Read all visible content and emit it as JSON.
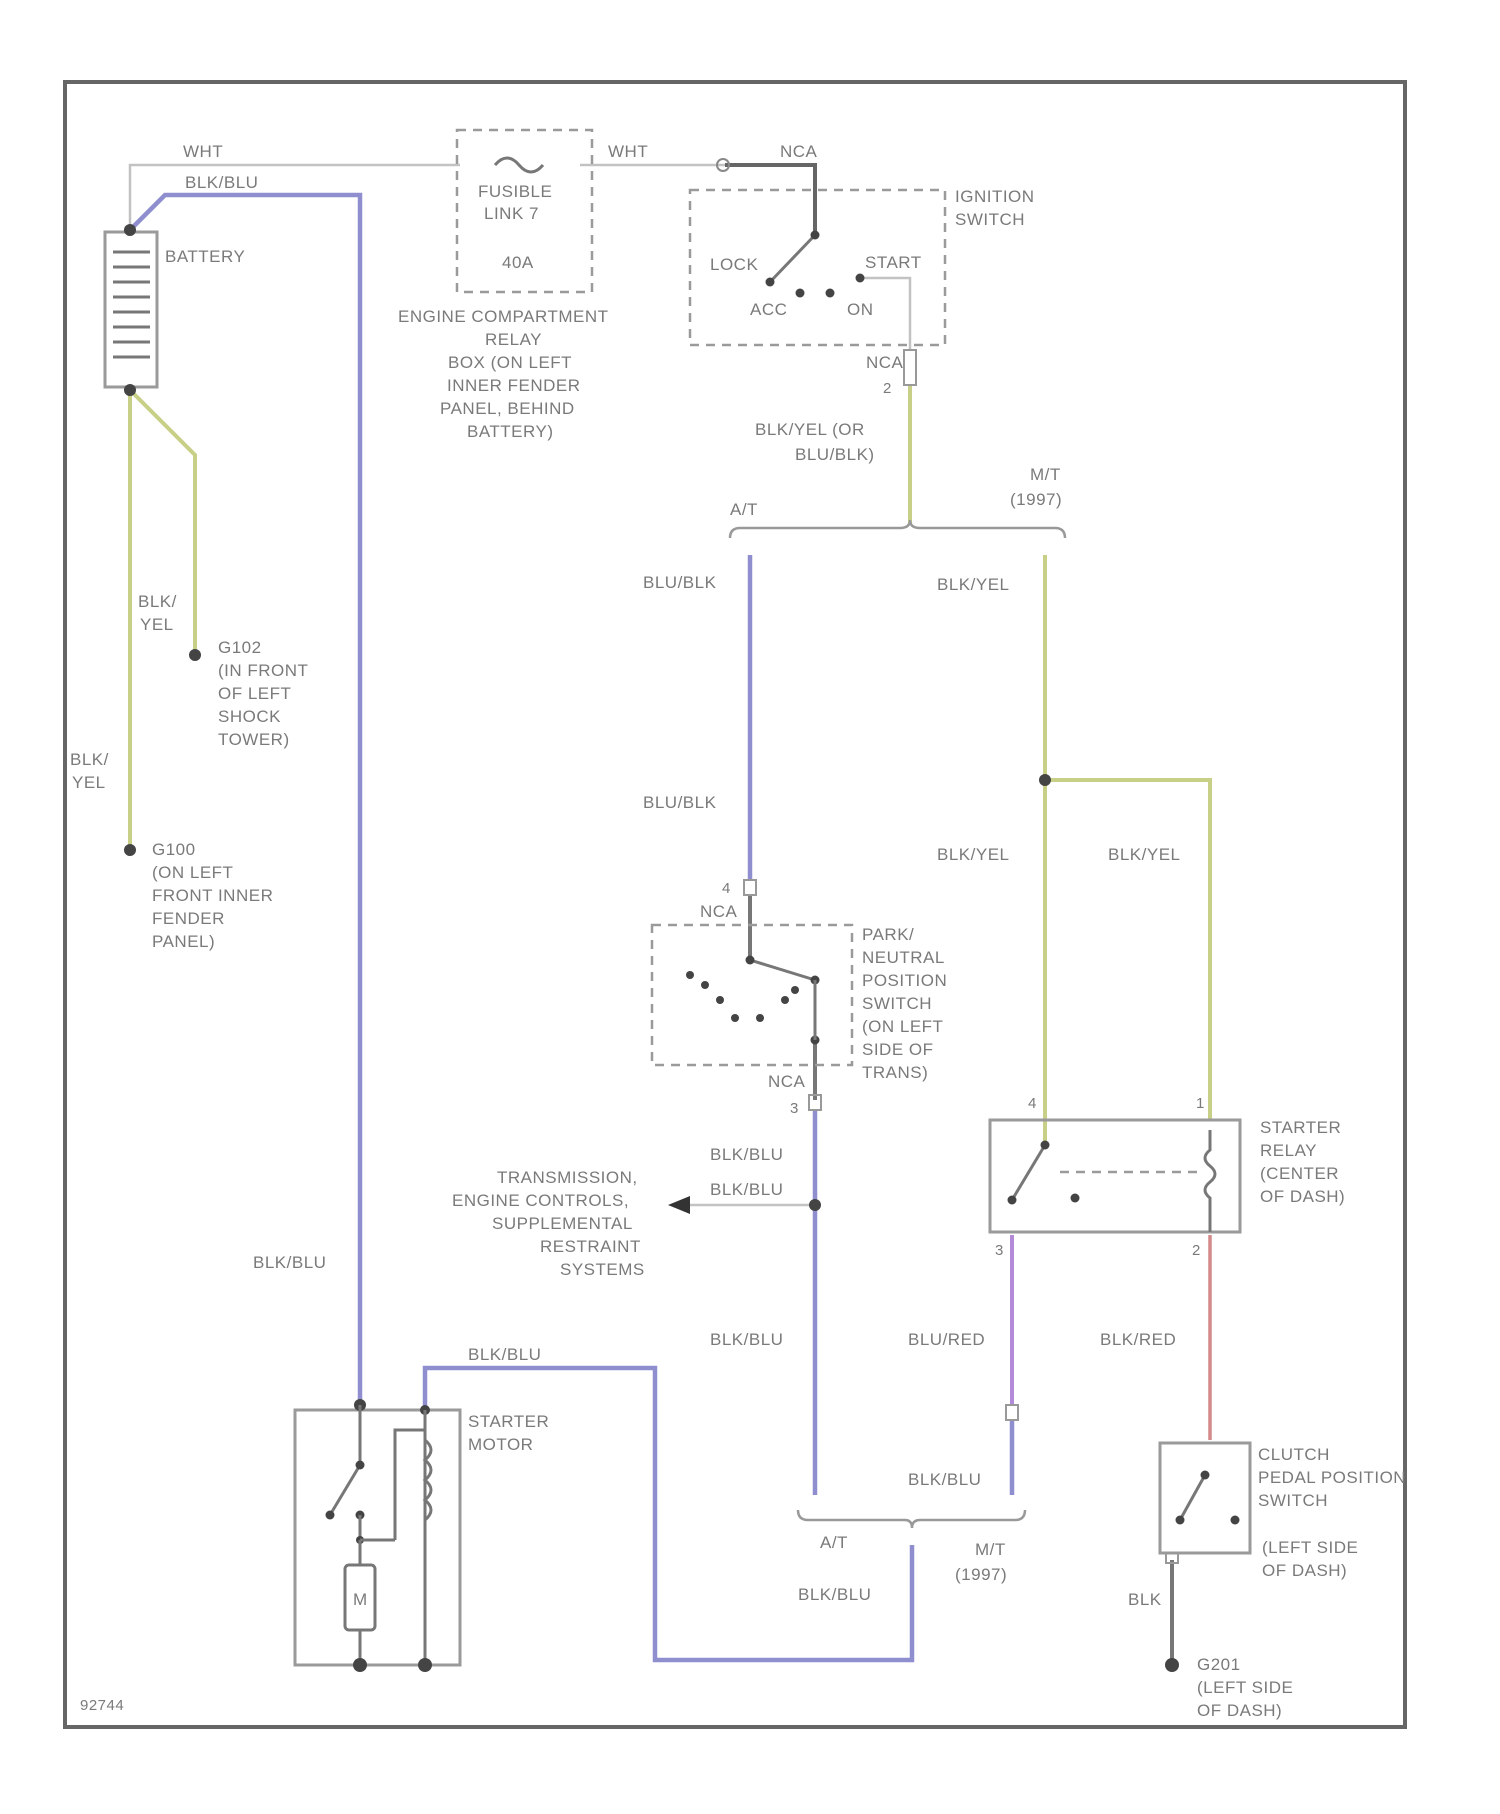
{
  "labels": {
    "wht_top_left": "WHT",
    "blk_blu_top": "BLK/BLU",
    "wht_top_mid": "WHT",
    "nca_ign": "NCA",
    "battery": "BATTERY",
    "fusible_link_l1": "FUSIBLE",
    "fusible_link_l2": "LINK 7",
    "fusible_amp": "40A",
    "ecrb_l1": "ENGINE COMPARTMENT",
    "ecrb_l2": "RELAY",
    "ecrb_l3": "BOX (ON LEFT",
    "ecrb_l4": "INNER FENDER",
    "ecrb_l5": "PANEL, BEHIND",
    "ecrb_l6": "BATTERY)",
    "ign_l1": "IGNITION",
    "ign_l2": "SWITCH",
    "lock": "LOCK",
    "start": "START",
    "acc": "ACC",
    "on": "ON",
    "nca_ign_out": "NCA",
    "pin_ign_out": "2",
    "blk_yel_or_l1": "BLK/YEL (OR",
    "blk_yel_or_l2": "BLU/BLK)",
    "mt_top_l1": "M/T",
    "mt_top_l2": "(1997)",
    "at_top": "A/T",
    "blu_blk_1": "BLU/BLK",
    "blk_yel_1": "BLK/YEL",
    "blk_yel_left_l1": "BLK/",
    "blk_yel_left_l2": "YEL",
    "g102_l1": "G102",
    "g102_l2": "(IN FRONT",
    "g102_l3": "OF LEFT",
    "g102_l4": "SHOCK",
    "g102_l5": "TOWER)",
    "blk_yel_far_l1": "BLK/",
    "blk_yel_far_l2": "YEL",
    "g100_l1": "G100",
    "g100_l2": "(ON LEFT",
    "g100_l3": "FRONT INNER",
    "g100_l4": "FENDER",
    "g100_l5": "PANEL)",
    "blu_blk_2": "BLU/BLK",
    "blk_yel_2": "BLK/YEL",
    "blk_yel_3": "BLK/YEL",
    "pin_pnp_in": "4",
    "nca_pnp_in": "NCA",
    "pnp_l1": "PARK/",
    "pnp_l2": "NEUTRAL",
    "pnp_l3": "POSITION",
    "pnp_l4": "SWITCH",
    "pnp_l5": "(ON LEFT",
    "pnp_l6": "SIDE OF",
    "pnp_l7": "TRANS)",
    "nca_pnp_out": "NCA",
    "pin_pnp_out": "3",
    "pin_sr_4": "4",
    "pin_sr_1": "1",
    "sr_l1": "STARTER",
    "sr_l2": "RELAY",
    "sr_l3": "(CENTER",
    "sr_l4": "OF DASH)",
    "blk_blu_pnp": "BLK/BLU",
    "trans_l1": "TRANSMISSION,",
    "trans_l2": "ENGINE CONTROLS,",
    "trans_l3": "SUPPLEMENTAL",
    "trans_l4": "RESTRAINT",
    "trans_l5": "SYSTEMS",
    "blk_blu_branch": "BLK/BLU",
    "blk_blu_left": "BLK/BLU",
    "pin_sr_3": "3",
    "pin_sr_2": "2",
    "blk_blu_mid": "BLK/BLU",
    "blu_red": "BLU/RED",
    "blk_red": "BLK/RED",
    "blk_blu_motor": "BLK/BLU",
    "sm_l1": "STARTER",
    "sm_l2": "MOTOR",
    "motor_m": "M",
    "blk_blu_lower": "BLK/BLU",
    "at_bottom": "A/T",
    "mt_bottom_l1": "M/T",
    "mt_bottom_l2": "(1997)",
    "blk_blu_bottom": "BLK/BLU",
    "cpps_l1": "CLUTCH",
    "cpps_l2": "PEDAL POSITION",
    "cpps_l3": "SWITCH",
    "cpps_l4": "(LEFT SIDE",
    "cpps_l5": "OF DASH)",
    "blk": "BLK",
    "g201_l1": "G201",
    "g201_l2": "(LEFT SIDE",
    "g201_l3": "OF DASH)",
    "figure_id": "92744"
  }
}
